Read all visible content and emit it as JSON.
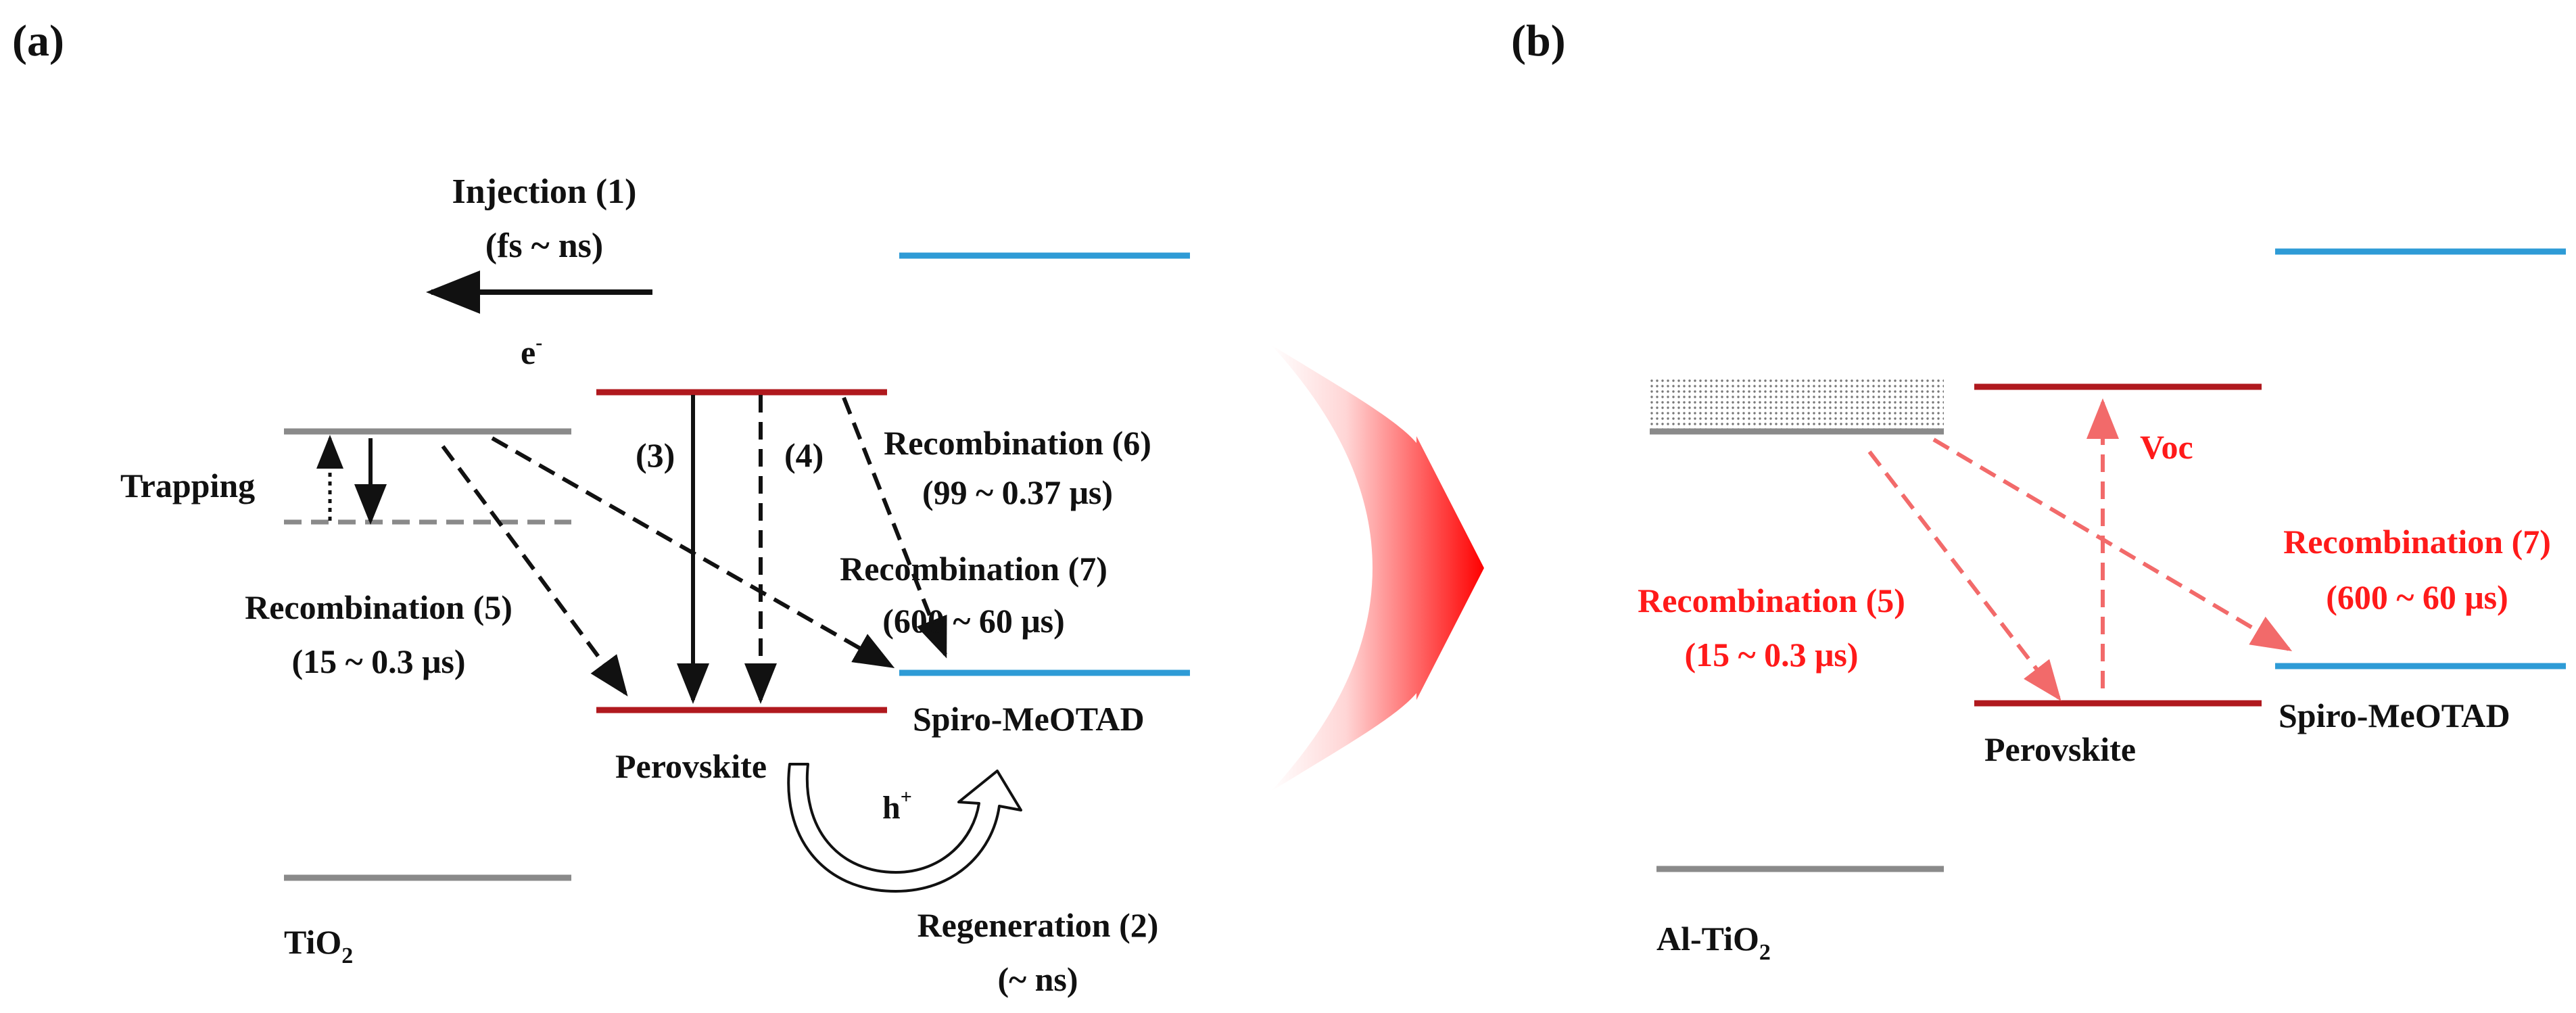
{
  "colors": {
    "black": "#111111",
    "gray": "#8a8a8a",
    "red_level": "#b0191e",
    "blue_level": "#2e9bd6",
    "red_text": "#ff1a1a",
    "red_dashed": "#f26a6a"
  },
  "panel_a": {
    "label": "(a)",
    "injection": {
      "title": "Injection (1)",
      "time": "(fs ~ ns)"
    },
    "electron": "e",
    "electron_sup": "-",
    "trapping": "Trapping",
    "step3": "(3)",
    "step4": "(4)",
    "recomb6": {
      "title": "Recombination (6)",
      "time": "(99 ~ 0.37 μs)"
    },
    "recomb7": {
      "title": "Recombination (7)",
      "time": "(600 ~ 60 μs)"
    },
    "recomb5": {
      "title": "Recombination (5)",
      "time": "(15 ~ 0.3 μs)"
    },
    "perovskite": "Perovskite",
    "spiro": "Spiro-MeOTAD",
    "hole": "h",
    "hole_sup": "+",
    "tio2_base": "TiO",
    "tio2_sub": "2",
    "regen": {
      "title": "Regeneration (2)",
      "time": "(~ ns)"
    }
  },
  "transition_icon": "red-arrow-icon",
  "panel_b": {
    "label": "(b)",
    "voc": "Voc",
    "recomb7": {
      "title": "Recombination (7)",
      "time": "(600 ~ 60 μs)"
    },
    "recomb5": {
      "title": "Recombination (5)",
      "time": "(15 ~ 0.3 μs)"
    },
    "perovskite": "Perovskite",
    "spiro": "Spiro-MeOTAD",
    "altio2_base": "Al-TiO",
    "altio2_sub": "2"
  }
}
